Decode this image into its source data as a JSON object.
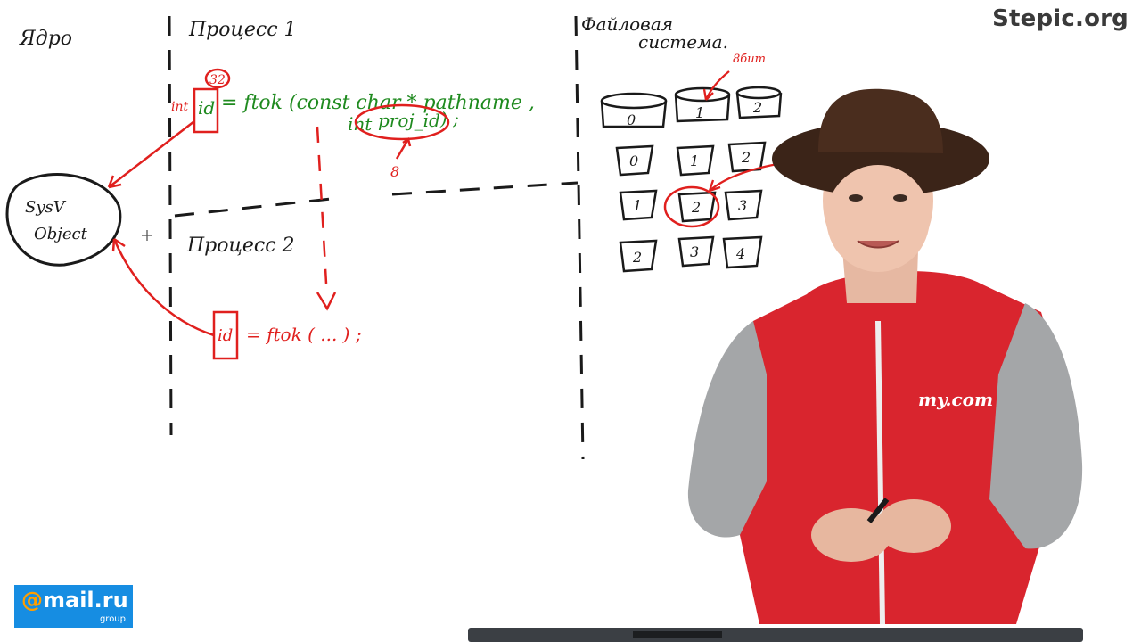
{
  "brand": {
    "name": "Stepic.org"
  },
  "logo": {
    "prefix": "@",
    "name": "mail.ru",
    "sub": "group"
  },
  "board": {
    "kernel_label": "Ядро",
    "process1_label": "Процесс 1",
    "process2_label": "Процесс 2",
    "fs_label_line1": "Файловая",
    "fs_label_line2": "система.",
    "sysv_line1": "SysV",
    "sysv_line2": "Object",
    "int_prefix": "int",
    "id_label": "id",
    "bits_32": "32",
    "ftok_line1": "= ftok (const char * pathname ,",
    "ftok_line2_int": "int",
    "ftok_line2_projid": "proj_id",
    "ftok_line2_end": ") ;",
    "bits_8": "8",
    "bits_8_label": "8бит",
    "id2_label": "id",
    "ftok2_call": "= ftok ( ... ) ;",
    "disks": [
      "0",
      "1",
      "2"
    ],
    "grid_rows": [
      [
        "0",
        "1",
        "2"
      ],
      [
        "1",
        "2",
        "3"
      ],
      [
        "2",
        "3",
        "4"
      ]
    ]
  },
  "shirt_text": "my.com",
  "colors": {
    "ink_black": "#1a1a1a",
    "ink_red": "#e0201e",
    "ink_green": "#1f8a1f",
    "hoodie_red": "#d9252e",
    "sleeve_grey": "#a4a6a8",
    "hat_brown": "#3b2418",
    "mailru_blue": "#168de2",
    "mailru_orange": "#ff9e00"
  }
}
